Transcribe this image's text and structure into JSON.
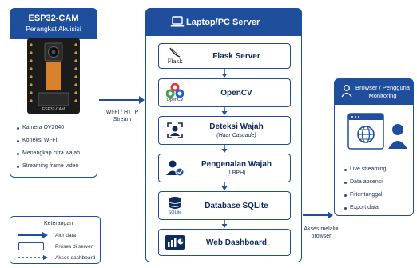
{
  "device": {
    "title": "ESP32-CAM",
    "subtitle": "Perangkat Akuisisi",
    "board_label": "ESP32-CAM",
    "features": [
      "Kamera OV2640",
      "Koneksi Wi-Fi",
      "Menangkap citra wajah",
      "Streaming frame video"
    ]
  },
  "link_left": "Wi-Fi / HTTP Stream",
  "server": {
    "title": "Laptop/PC Server",
    "steps": [
      {
        "label": "Flask Server",
        "sub": "",
        "icon": "flask-icon",
        "icon_text": "Flask"
      },
      {
        "label": "OpenCV",
        "sub": "",
        "icon": "opencv-icon",
        "icon_text": "OpenCV"
      },
      {
        "label": "Deteksi Wajah",
        "sub": "(Haar Cascade)",
        "icon": "face-scan-icon",
        "icon_text": ""
      },
      {
        "label": "Pengenalan Wajah",
        "sub": "(LBPH)",
        "icon": "user-check-icon",
        "icon_text": ""
      },
      {
        "label": "Database SQLite",
        "sub": "",
        "icon": "database-icon",
        "icon_text": "SQLite"
      },
      {
        "label": "Web Dashboard",
        "sub": "",
        "icon": "dashboard-icon",
        "icon_text": ""
      }
    ]
  },
  "link_right": "Akses melalui browser",
  "client": {
    "title": "Browser / Pengguna Monitoring",
    "features": [
      "Live streaming",
      "Data absensi",
      "Filter tanggal",
      "Export data"
    ]
  },
  "legend": {
    "title": "Keterangan",
    "items": [
      "Alur data",
      "Proses di server",
      "Akses dashboard"
    ]
  },
  "colors": {
    "primary": "#1f4e9c",
    "text": "#0f2a5c",
    "background": "#ffffff"
  }
}
